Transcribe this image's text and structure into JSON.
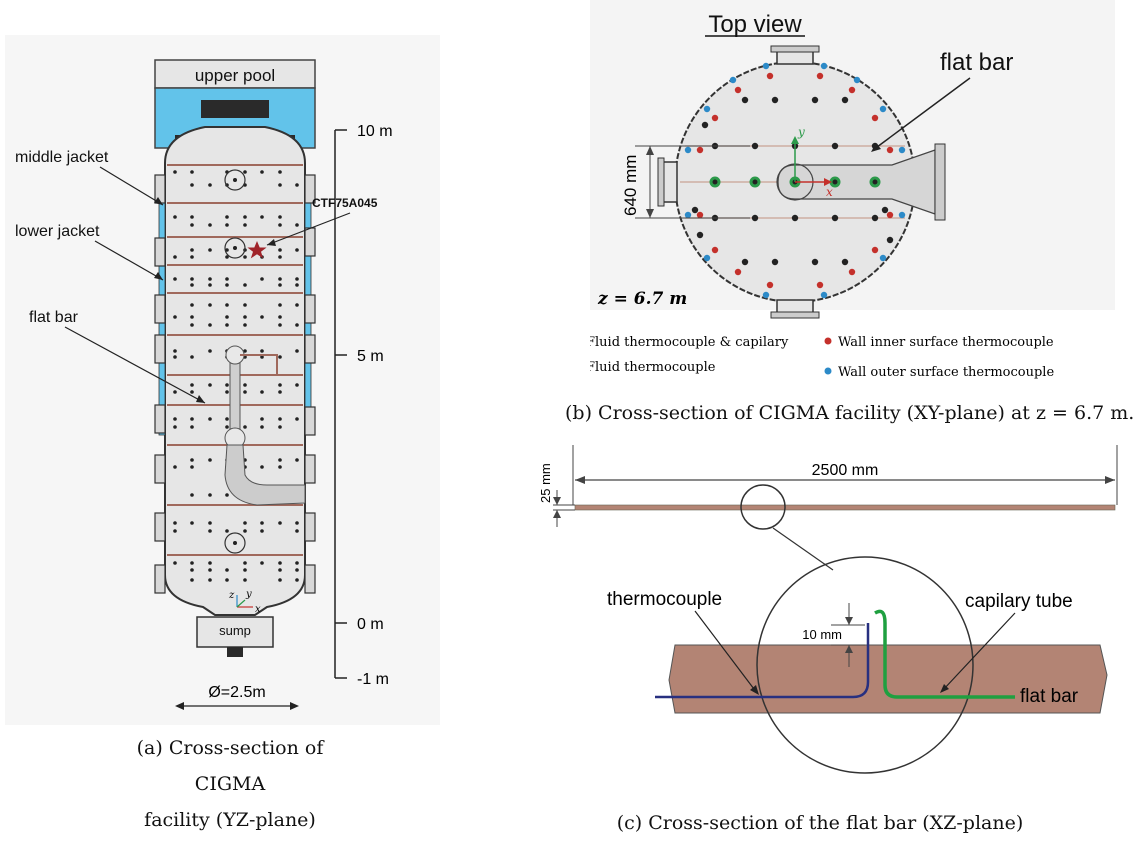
{
  "panel_a": {
    "upper_pool": "upper pool",
    "middle_jacket": "middle jacket",
    "lower_jacket": "lower jacket",
    "flat_bar": "flat bar",
    "sensor_id": "CTF75A045",
    "sump": "sump",
    "diameter": "Ø=2.5m",
    "scale_10": "10 m",
    "scale_5": "5 m",
    "scale_0": "0 m",
    "scale_m1": "-1 m",
    "axis_z": "z",
    "axis_y": "y",
    "axis_x": "x",
    "caption_line1": "(a) Cross-section of CIGMA",
    "caption_line2": "facility (YZ-plane)",
    "colors": {
      "pool": "#62c3ea",
      "vessel": "#e8e8e8",
      "bar": "#a0695c",
      "star": "#a0242a"
    }
  },
  "panel_b": {
    "title": "Top view",
    "flat_bar": "flat bar",
    "dim_640": "640 mm",
    "z_label": "z = 6.7 m",
    "axis_x": "x",
    "axis_y": "y",
    "legend": {
      "fluid_capilary": "Fluid thermocouple & capilary",
      "fluid": "Fluid thermocouple",
      "wall_inner": "Wall inner surface thermocouple",
      "wall_outer": "Wall outer surface thermocouple"
    },
    "caption": "(b) Cross-section of CIGMA facility (XY-plane) at z = 6.7 m.",
    "colors": {
      "capilary_ring": "#2c9a4a",
      "inner": "#c4302b",
      "outer": "#2c8ac8",
      "fluid": "#222222"
    }
  },
  "panel_c": {
    "dim_2500": "2500 mm",
    "dim_25": "25 mm",
    "thermocouple": "thermocouple",
    "capilary_tube": "capilary tube",
    "dim_10": "10 mm",
    "flat_bar": "flat bar",
    "caption": "(c) Cross-section of the flat bar (XZ-plane)",
    "colors": {
      "bar": "#b38474",
      "thermocouple": "#283080",
      "capilary": "#1fa040"
    }
  }
}
